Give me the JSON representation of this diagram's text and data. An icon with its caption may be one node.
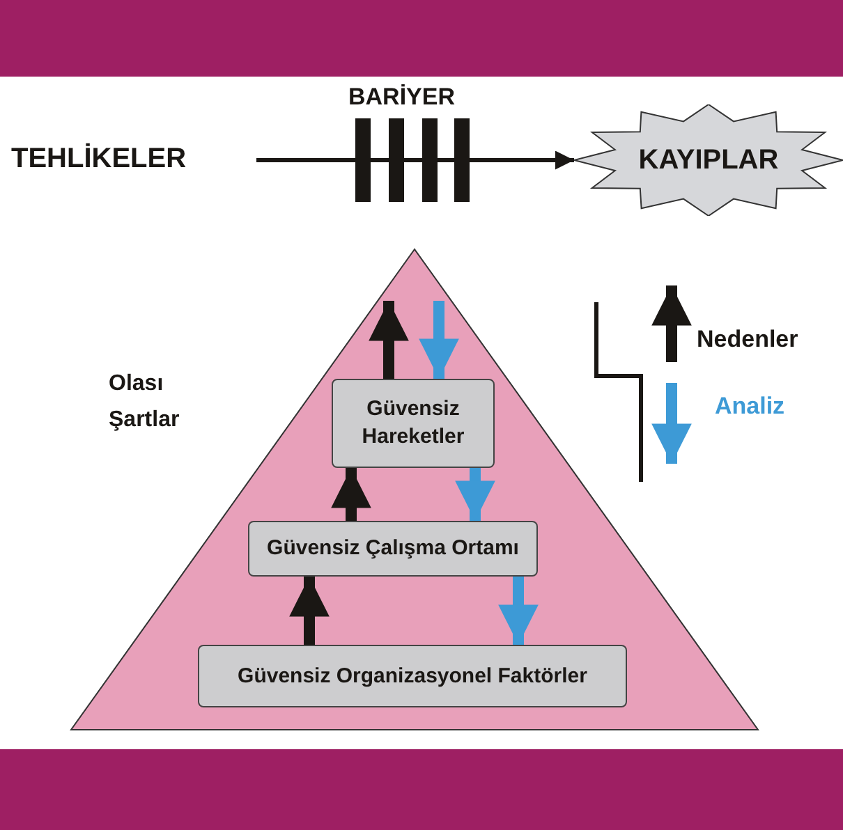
{
  "diagram": {
    "nodes": [
      {
        "text": [],
        "shape": "bar"
      },
      {
        "text": [
          "TEHLİKELER"
        ]
      },
      {
        "text": [
          "KAYIPLAR"
        ]
      },
      {
        "text": [],
        "shape": "triangle",
        "beside": [
          "Olası Şartlar"
        ]
      },
      {
        "text": [
          "Güvensiz Hareketler"
        ],
        "in": 3
      },
      {
        "text": [
          "Güvensiz Çalışma Ortamı"
        ],
        "in": 3
      },
      {
        "text": [
          "Güvensiz Organizasyonel Faktörler"
        ],
        "in": 3
      },
      {
        "text": [],
        "shape": "bar"
      }
    ],
    "edges": [
      {
        "from": 1,
        "to": 2,
        "arrow": "to"
      },
      {
        "from": 6,
        "to": 5,
        "arrow": "to"
      },
      {
        "from": 5,
        "to": 4,
        "arrow": "to"
      },
      {
        "from": 4,
        "to": null,
        "arrow": "to"
      },
      {
        "from": null,
        "to": 4,
        "arrow": "to",
        "color": "#3d9ad6"
      },
      {
        "from": 4,
        "to": 5,
        "arrow": "to",
        "color": "#3d9ad6"
      },
      {
        "from": 5,
        "to": 6,
        "arrow": "to",
        "color": "#3d9ad6"
      }
    ],
    "labels": [
      "BARİYER"
    ],
    "legend": [
      {
        "text": "Nedenler"
      },
      {
        "text": "Analiz"
      }
    ]
  }
}
